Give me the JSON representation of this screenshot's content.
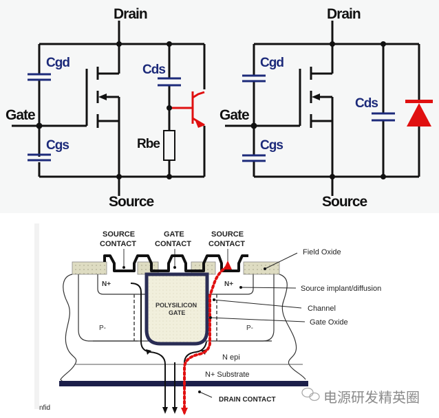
{
  "colors": {
    "wire": "#111111",
    "capacitor": "#1c2a7a",
    "parasitic": "#e01010",
    "oxide_fill": "#dedcc2",
    "metal": "#111111",
    "gate_oxide": "#2a2d55",
    "drain_contact": "#1c1f4a"
  },
  "schematic_left": {
    "drain_label": "Drain",
    "source_label": "Source",
    "gate_label": "Gate",
    "cgd_label": "Cgd",
    "cgs_label": "Cgs",
    "cds_label": "Cds",
    "rbe_label": "Rbe",
    "parasitic_element": "npn-bipolar-transistor"
  },
  "schematic_right": {
    "drain_label": "Drain",
    "source_label": "Source",
    "gate_label": "Gate",
    "cgd_label": "Cgd",
    "cgs_label": "Cgs",
    "cds_label": "Cds",
    "parasitic_element": "body-diode"
  },
  "cross_section": {
    "top_labels": [
      {
        "line1": "SOURCE",
        "line2": "CONTACT"
      },
      {
        "line1": "GATE",
        "line2": "CONTACT"
      },
      {
        "line1": "SOURCE",
        "line2": "CONTACT"
      }
    ],
    "regions": {
      "n_plus_left": "N+",
      "n_plus_right": "N+",
      "poly_line1": "POLYSILICON",
      "poly_line2": "GATE",
      "p_left": "P-",
      "p_right": "P-",
      "n_epi": "N epi",
      "n_substrate": "N+ Substrate"
    },
    "annotations": {
      "field_oxide": "Field Oxide",
      "source_implant": "Source implant/diffusion",
      "channel": "Channel",
      "gate_oxide": "Gate Oxide",
      "drain_contact": "DRAIN CONTACT"
    },
    "fragment_text": "nfid"
  },
  "watermark": {
    "icon": "wechat-icon",
    "text": "电源研发精英圈"
  }
}
